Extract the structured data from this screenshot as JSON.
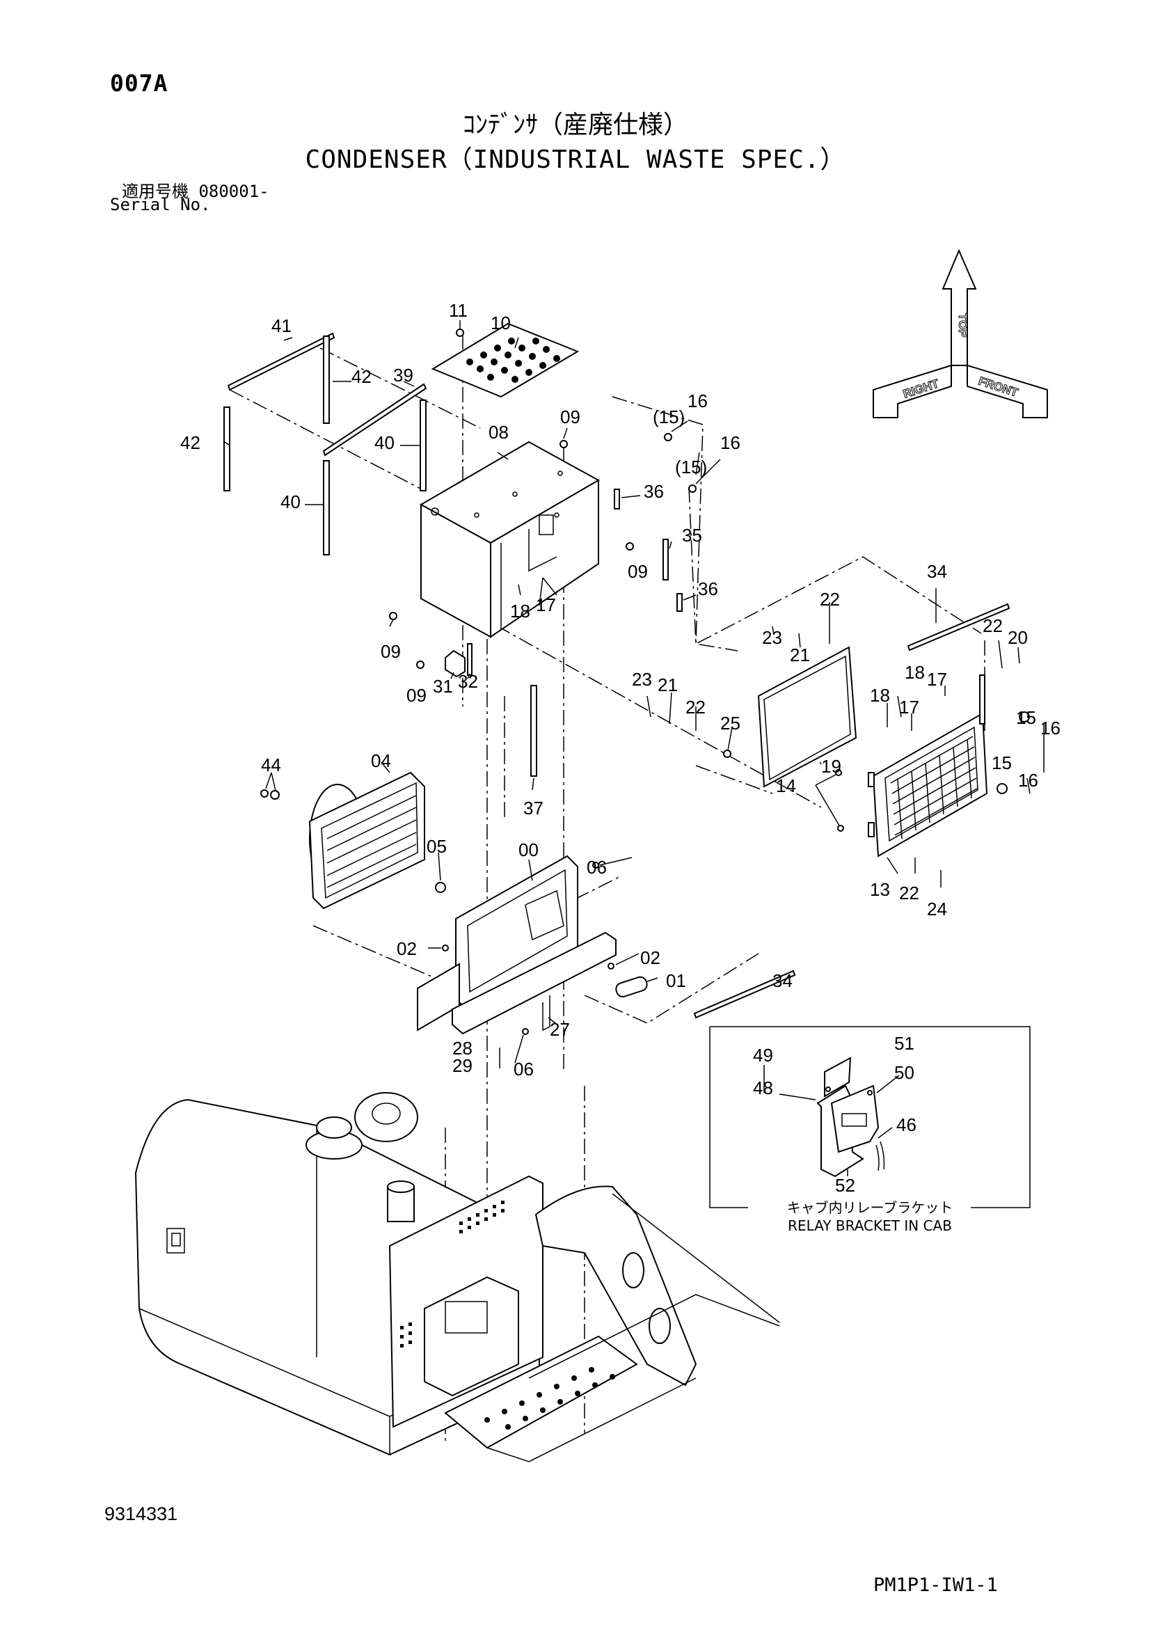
{
  "header": {
    "page_code": "007A",
    "title_jp": "ｺﾝﾃﾞﾝｻ（産廃仕様）",
    "title_en": "CONDENSER（INDUSTRIAL WASTE SPEC.）",
    "serial_jp": "適用号機  080001-",
    "serial_en": "Serial No."
  },
  "orientation": {
    "top": "TOP",
    "right": "RIGHT",
    "front": "FRONT"
  },
  "callouts": {
    "c41": "41",
    "c42a": "42",
    "c42b": "42",
    "c39": "39",
    "c40a": "40",
    "c40b": "40",
    "c11": "11",
    "c10": "10",
    "c08": "08",
    "c09a": "09",
    "c09b": "09",
    "c09c": "09",
    "c09d": "09",
    "c15a": "(15)",
    "c15b": "(15)",
    "c16a": "16",
    "c16b": "16",
    "c16c": "16",
    "c16d": "16",
    "c36a": "36",
    "c36b": "36",
    "c35": "35",
    "c17a": "17",
    "c18a": "18",
    "c31": "31",
    "c32": "32",
    "c37": "37",
    "c34a": "34",
    "c34b": "34",
    "c22a": "22",
    "c22b": "22",
    "c22c": "22",
    "c22d": "22",
    "c23a": "23",
    "c23b": "23",
    "c21a": "21",
    "c21b": "21",
    "c20": "20",
    "c18b": "18",
    "c17b": "17",
    "c18c": "18",
    "c17c": "17",
    "c25": "25",
    "c19": "19",
    "c15c": "15",
    "c15d": "15",
    "c14": "14",
    "c13": "13",
    "c24": "24",
    "c44": "44",
    "c04": "04",
    "c05": "05",
    "c00": "00",
    "c06a": "06",
    "c06b": "06",
    "c02a": "02",
    "c02b": "02",
    "c01": "01",
    "c27": "27",
    "c28": "28",
    "c29": "29",
    "c49": "49",
    "c48": "48",
    "c51": "51",
    "c50": "50",
    "c46": "46",
    "c52": "52"
  },
  "inset": {
    "caption_jp": "キャブ内リレーブラケット",
    "caption_en": "RELAY BRACKET IN CAB"
  },
  "footer": {
    "drawing_no": "9314331",
    "catalog_code": "PM1P1-IW1-1"
  }
}
